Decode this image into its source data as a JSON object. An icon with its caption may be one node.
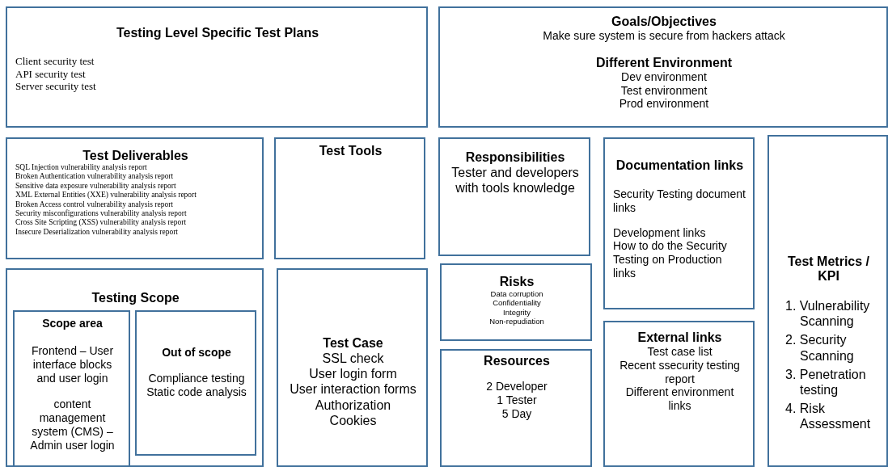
{
  "diagram": {
    "nodes": [
      {
        "text": [
          "Testing Level Specific Test Plans",
          "Client security test",
          "API security test",
          "Server security test"
        ]
      },
      {
        "text": [
          "Goals/Objectives",
          "Make sure system is secure from hackers attack",
          "Different Environment",
          "Dev environment",
          "Test environment",
          "Prod environment"
        ]
      },
      {
        "text": [
          "Test Deliverables",
          "SQL Injection vulnerability analysis report",
          "Broken Authentication vulnerability analysis report",
          "Sensitive data exposure vulnerability analysis report",
          "XML External Entities (XXE) vulnerability analysis report",
          "Broken Access control vulnerability analysis report",
          "Security misconfigurations vulnerability analysis report",
          "Cross Site Scripting (XSS) vulnerability analysis report",
          "Insecure Deserialization vulnerability analysis report"
        ]
      },
      {
        "text": [
          "Test Tools"
        ]
      },
      {
        "text": [
          "Responsibilities",
          "Tester and developers with tools knowledge"
        ]
      },
      {
        "text": [
          "Documentation links",
          "Security Testing document links",
          "Development links",
          "How to do the Security Testing on Production links"
        ]
      },
      {
        "text": [
          "Test Metrics / KPI",
          "1. Vulnerability Scanning",
          "2. Security Scanning",
          "3. Penetration testing",
          "4. Risk Assessment"
        ]
      },
      {
        "text": [
          "Testing Scope"
        ]
      },
      {
        "text": [
          "Scope area",
          "Frontend – User interface blocks and user login",
          "content management system (CMS) – Admin user login"
        ],
        "in": 7
      },
      {
        "text": [
          "Out of scope",
          "Compliance testing",
          "Static code analysis"
        ],
        "in": 7
      },
      {
        "text": [
          "Test Case",
          "SSL check",
          "User login form",
          "User interaction forms",
          "Authorization",
          "Cookies"
        ]
      },
      {
        "text": [
          "Risks",
          "Data corruption",
          "Confidentiality",
          "Integrity",
          "Non-repudiation"
        ]
      },
      {
        "text": [
          "Resources",
          "2 Developer",
          "1 Tester",
          "5 Day"
        ]
      },
      {
        "text": [
          "External links",
          "Test case list",
          "Recent ssecurity testing report",
          "Different environment links"
        ]
      }
    ]
  }
}
